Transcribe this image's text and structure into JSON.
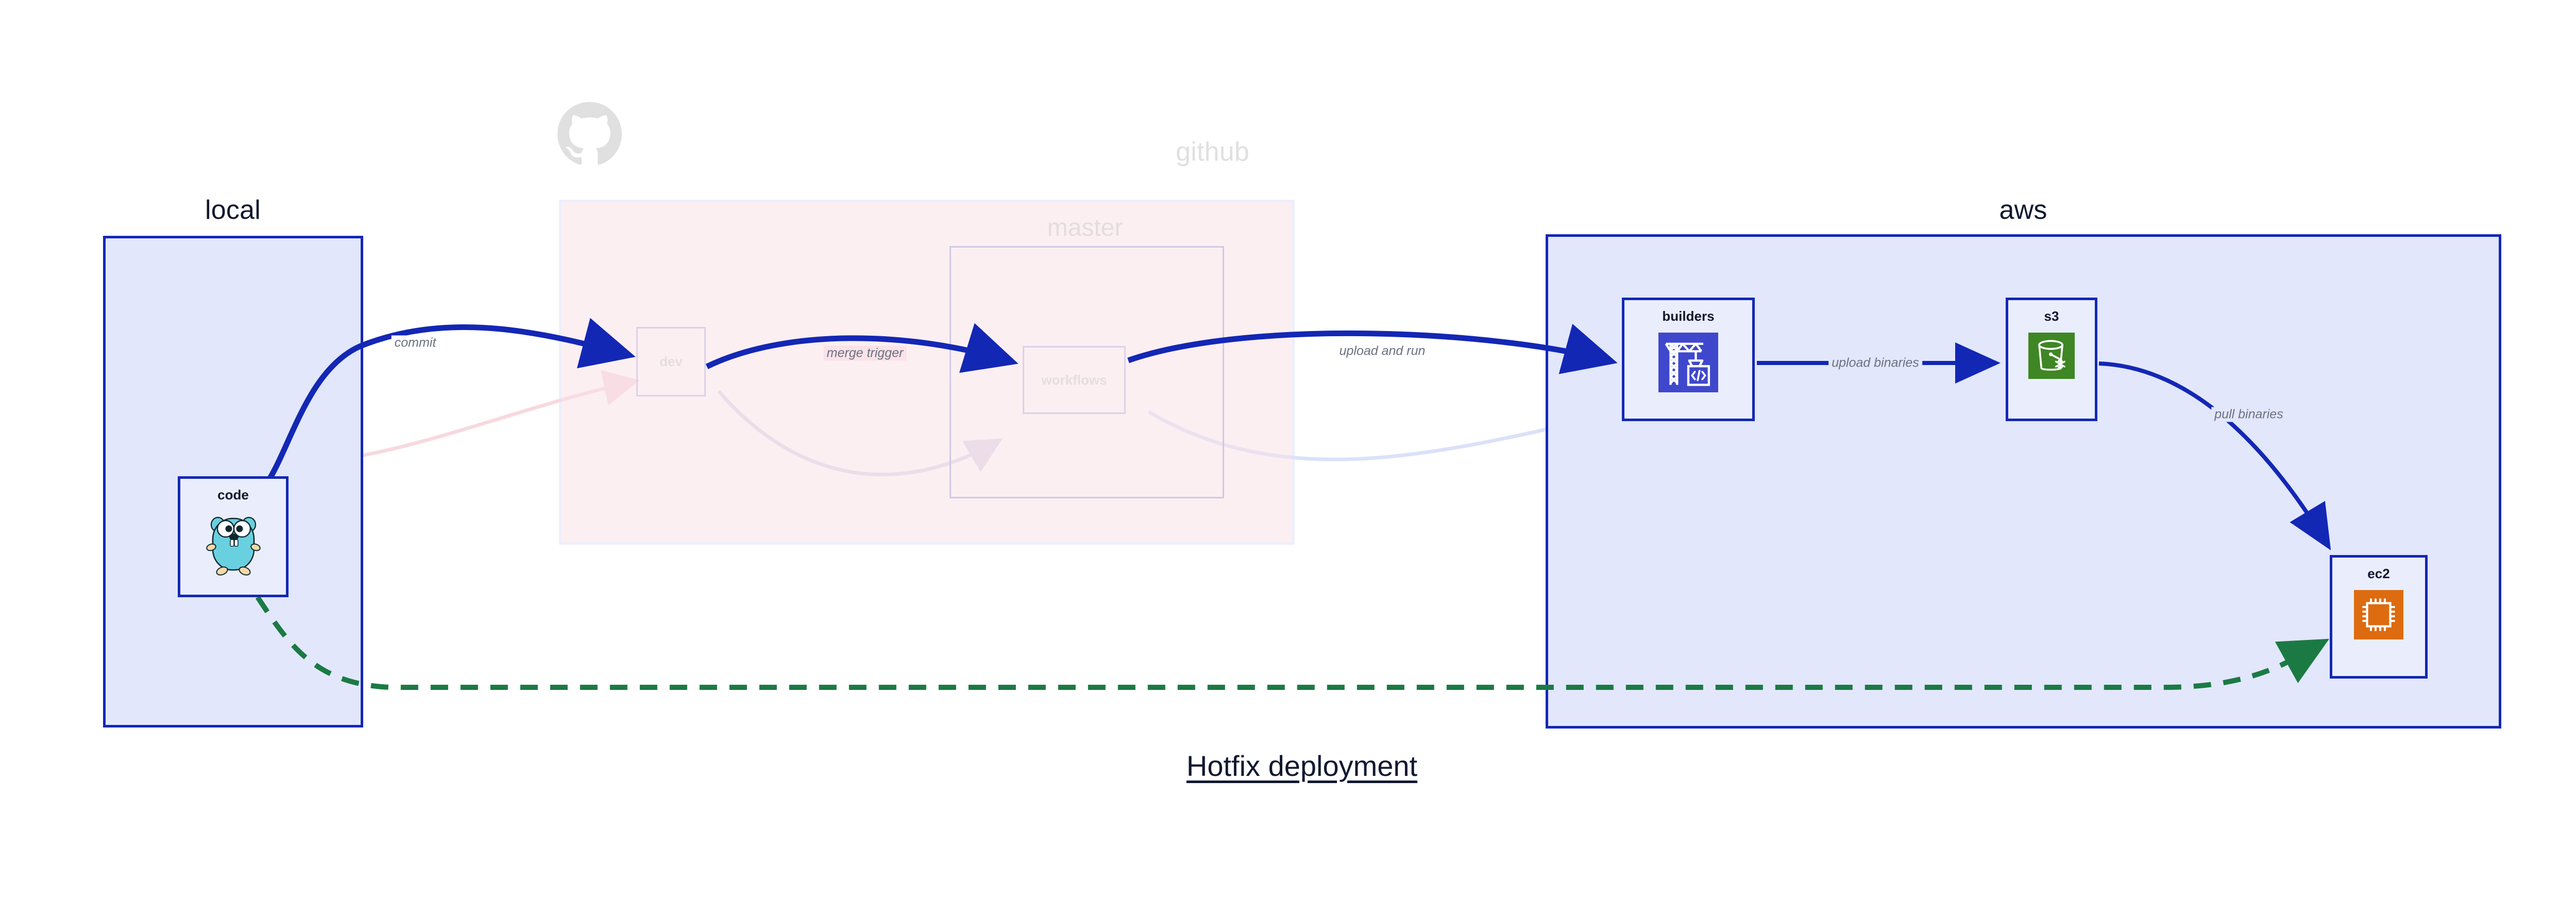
{
  "caption": "Hotfix deployment",
  "colors": {
    "accent_blue": "#1327b5",
    "group_blue_fill": "#e2e7fb",
    "group_pink_fill": "#fae2e8",
    "node_fill": "#eaeefc",
    "edge_active": "#1327b5",
    "edge_dashed_green": "#1b7a44",
    "label_gray": "#6b7280",
    "faded_gray": "#e0e0e0",
    "codebuild_purple": "#3f48cc",
    "s3_green": "#3f8624",
    "ec2_orange": "#dd6b10",
    "gopher_cyan": "#69d0e0"
  },
  "groups": [
    {
      "id": "local",
      "title": "local",
      "faded": false
    },
    {
      "id": "github",
      "title": "github",
      "faded": true
    },
    {
      "id": "aws",
      "title": "aws",
      "faded": false
    }
  ],
  "subgroups": [
    {
      "id": "master",
      "title": "master",
      "faded": true
    }
  ],
  "nodes": [
    {
      "id": "code",
      "label": "code",
      "group": "local",
      "icon": "go-gopher-icon",
      "faded": false
    },
    {
      "id": "dev",
      "label": "dev",
      "group": "github",
      "icon": "none",
      "faded": true
    },
    {
      "id": "workflows",
      "label": "workflows",
      "group": "master",
      "icon": "none",
      "faded": true
    },
    {
      "id": "builders",
      "label": "builders",
      "group": "aws",
      "icon": "aws-codebuild-icon",
      "faded": false
    },
    {
      "id": "s3",
      "label": "s3",
      "group": "aws",
      "icon": "aws-s3-icon",
      "faded": false
    },
    {
      "id": "ec2",
      "label": "ec2",
      "group": "aws",
      "icon": "aws-ec2-icon",
      "faded": false
    }
  ],
  "edges": [
    {
      "id": "commit",
      "label": "commit",
      "from": "code",
      "to": "dev",
      "style": "solid-blue",
      "faded": false
    },
    {
      "id": "merge-trigger",
      "label": "merge trigger",
      "from": "dev",
      "to": "workflows",
      "style": "solid-blue",
      "faded": false
    },
    {
      "id": "upload-and-run",
      "label": "upload and run",
      "from": "workflows",
      "to": "builders",
      "style": "solid-blue",
      "faded": false
    },
    {
      "id": "upload-binaries",
      "label": "upload binaries",
      "from": "builders",
      "to": "s3",
      "style": "solid-blue",
      "faded": false
    },
    {
      "id": "pull-binaries",
      "label": "pull binaries",
      "from": "s3",
      "to": "ec2",
      "style": "solid-blue",
      "faded": false
    },
    {
      "id": "hotfix-direct",
      "label": "",
      "from": "code",
      "to": "ec2",
      "style": "dashed-green",
      "faded": false
    },
    {
      "id": "faded-a",
      "label": "",
      "from": "code",
      "to": "dev",
      "style": "solid-faded",
      "faded": true
    },
    {
      "id": "faded-b",
      "label": "",
      "from": "dev",
      "to": "workflows",
      "style": "solid-faded",
      "faded": true
    },
    {
      "id": "faded-c",
      "label": "",
      "from": "workflows",
      "to": "builders",
      "style": "solid-faded",
      "faded": true
    }
  ],
  "icons": {
    "github_logo": "github-octocat-icon"
  }
}
